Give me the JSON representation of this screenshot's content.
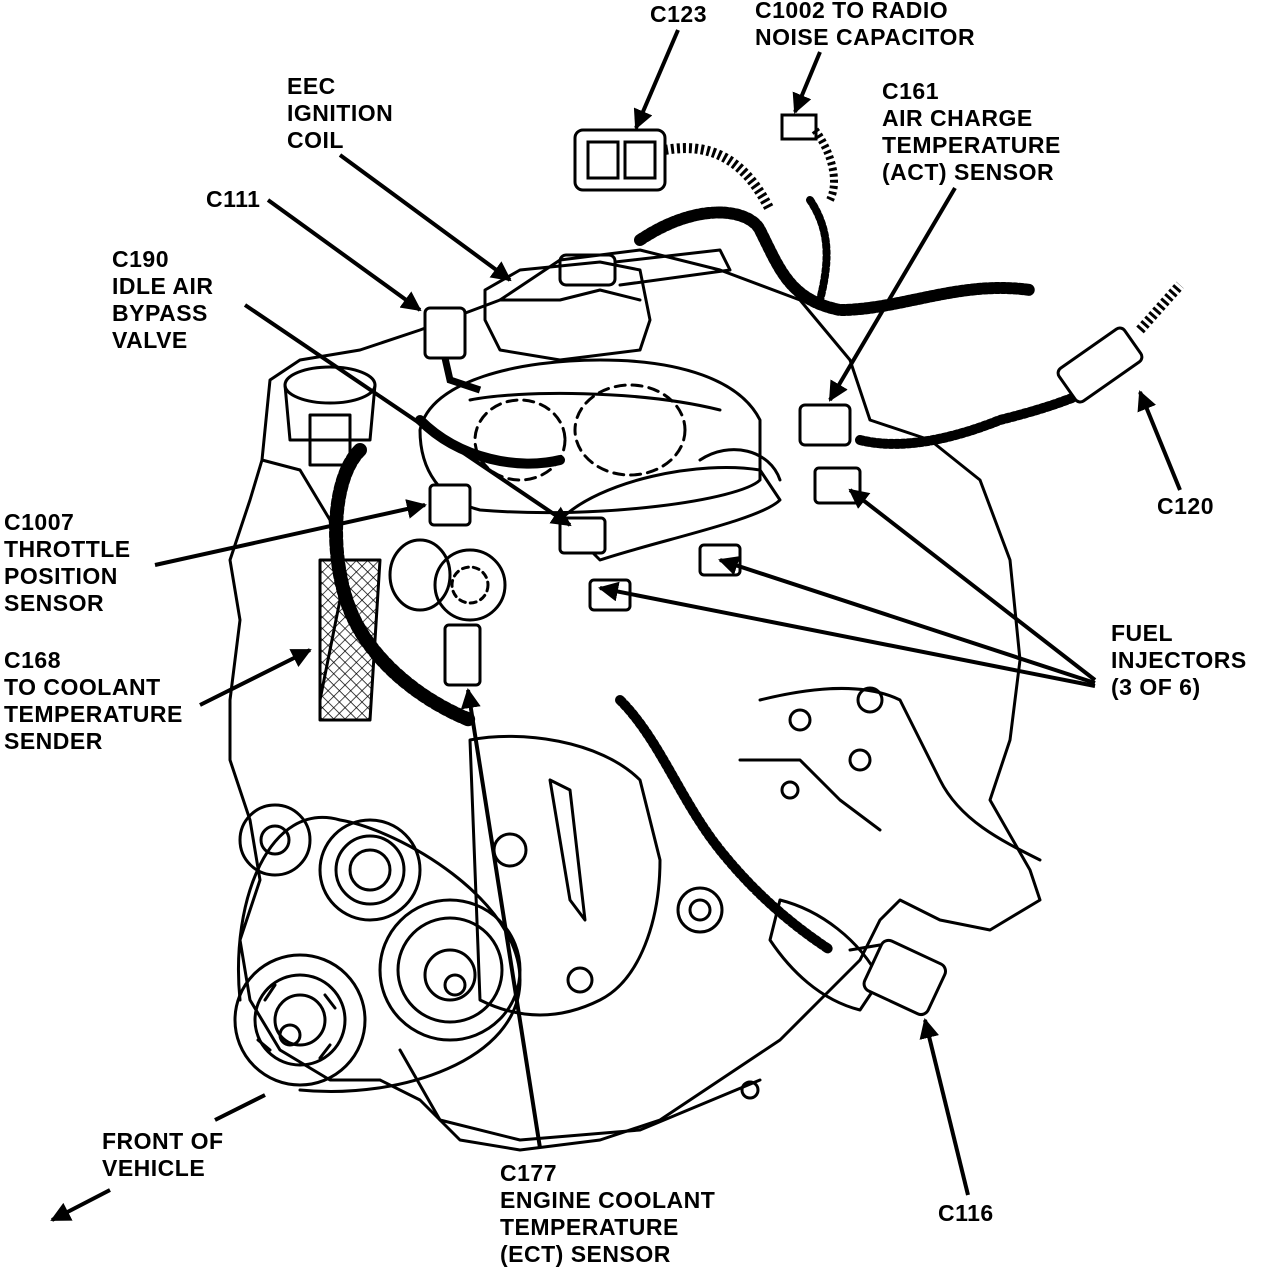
{
  "colors": {
    "ink": "#000000",
    "paper": "#ffffff"
  },
  "callouts": {
    "c123": {
      "lines": [
        "C123"
      ]
    },
    "c1002": {
      "lines": [
        "C1002 TO RADIO",
        "NOISE CAPACITOR"
      ]
    },
    "eec_coil": {
      "lines": [
        "EEC",
        "IGNITION",
        "COIL"
      ]
    },
    "c161": {
      "lines": [
        "C161",
        "AIR CHARGE",
        "TEMPERATURE",
        "(ACT) SENSOR"
      ]
    },
    "c111": {
      "lines": [
        "C111"
      ]
    },
    "c190": {
      "lines": [
        "C190",
        "IDLE AIR",
        "BYPASS",
        "VALVE"
      ]
    },
    "c120": {
      "lines": [
        "C120"
      ]
    },
    "c1007": {
      "lines": [
        "C1007",
        "THROTTLE",
        "POSITION",
        "SENSOR"
      ]
    },
    "c168": {
      "lines": [
        "C168",
        "TO COOLANT",
        "TEMPERATURE",
        "SENDER"
      ]
    },
    "fuel_injectors": {
      "lines": [
        "FUEL",
        "INJECTORS",
        "(3 OF 6)"
      ]
    },
    "front": {
      "lines": [
        "FRONT OF",
        "VEHICLE"
      ]
    },
    "c177": {
      "lines": [
        "C177",
        "ENGINE COOLANT",
        "TEMPERATURE",
        "(ECT) SENSOR"
      ]
    },
    "c116": {
      "lines": [
        "C116"
      ]
    }
  }
}
